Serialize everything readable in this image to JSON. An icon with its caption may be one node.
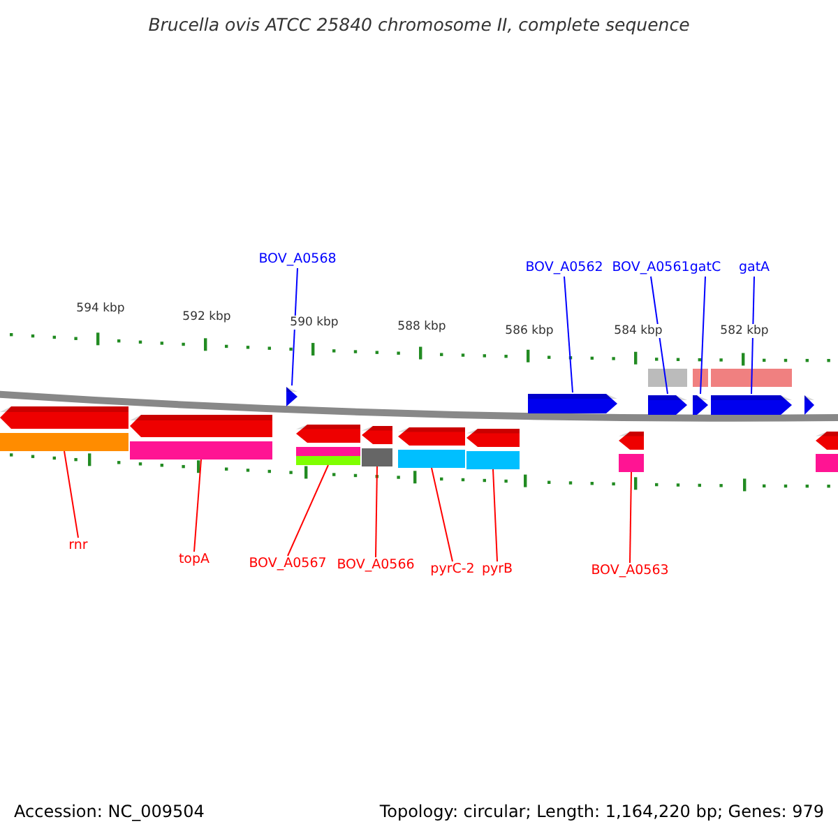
{
  "diagram": {
    "title": "Brucella ovis ATCC 25840 chromosome II, complete sequence",
    "nodes": [
      {
        "text": [
          "BOV_A0568"
        ]
      },
      {
        "text": [
          "BOV_A0562"
        ]
      },
      {
        "text": [
          "BOV_A0561"
        ]
      },
      {
        "text": [
          "gatC"
        ]
      },
      {
        "text": [
          "gatA"
        ]
      },
      {
        "text": [],
        "shape": "arrow"
      },
      {
        "text": [],
        "shape": "arrow"
      },
      {
        "text": [],
        "shape": "arrow"
      },
      {
        "text": [],
        "shape": "arrow"
      },
      {
        "text": [],
        "shape": "arrow"
      },
      {
        "text": [],
        "shape": "arrow"
      },
      {
        "text": [],
        "shape": "arrow"
      },
      {
        "text": [],
        "shape": "arrow"
      },
      {
        "text": [],
        "shape": "arrow"
      },
      {
        "text": [],
        "shape": "arrow"
      },
      {
        "text": [],
        "shape": "arrow"
      },
      {
        "text": [],
        "shape": "arrow"
      },
      {
        "text": [
          "rnr"
        ]
      },
      {
        "text": [
          "topA"
        ]
      },
      {
        "text": [
          "BOV_A0567"
        ]
      },
      {
        "text": [
          "BOV_A0566"
        ]
      },
      {
        "text": [
          "pyrC-2"
        ]
      },
      {
        "text": [
          "pyrB"
        ]
      },
      {
        "text": [
          "BOV_A0563"
        ]
      },
      {
        "text": [],
        "shape": "arrow"
      },
      {
        "text": [],
        "shape": "arrow"
      }
    ],
    "edges": [
      {
        "from": 0,
        "to": 5,
        "arrow": "none",
        "color": "#0000ff"
      },
      {
        "from": 1,
        "to": 6,
        "arrow": "none",
        "color": "#0000ff"
      },
      {
        "from": 2,
        "to": 7,
        "arrow": "none",
        "color": "#0000ff"
      },
      {
        "from": 3,
        "to": 8,
        "arrow": "none",
        "color": "#0000ff"
      },
      {
        "from": 4,
        "to": 9,
        "arrow": "none",
        "color": "#0000ff"
      },
      {
        "from": 17,
        "to": 10,
        "arrow": "none"
      },
      {
        "from": 18,
        "to": 11,
        "arrow": "none"
      },
      {
        "from": 19,
        "to": 12,
        "arrow": "none"
      },
      {
        "from": 20,
        "to": 13,
        "arrow": "none"
      },
      {
        "from": 21,
        "to": 14,
        "arrow": "none"
      },
      {
        "from": 22,
        "to": 15,
        "arrow": "none"
      },
      {
        "from": 23,
        "to": 16,
        "arrow": "none"
      }
    ],
    "labels": [
      "594 kbp",
      "592 kbp",
      "590 kbp",
      "588 kbp",
      "586 kbp",
      "584 kbp",
      "582 kbp",
      "Accession: NC_009504",
      "Topology: circular; Length: 1,164,220 bp; Genes: 979"
    ]
  }
}
